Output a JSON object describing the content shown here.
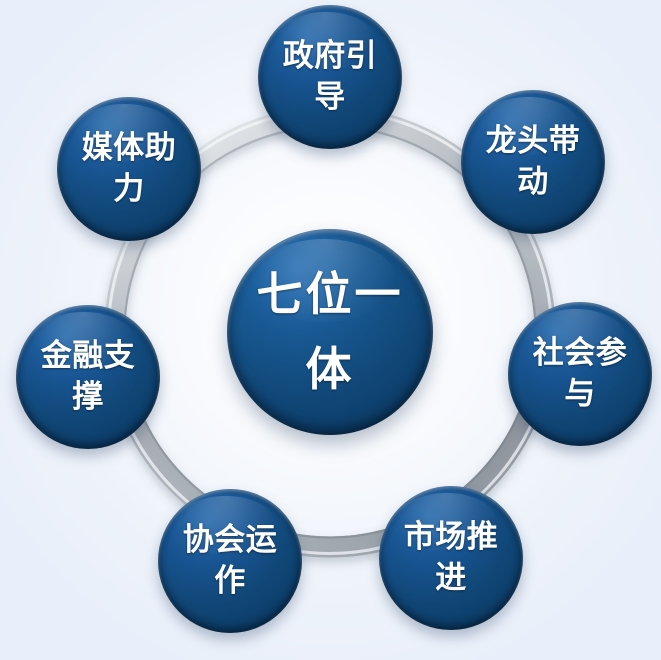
{
  "diagram": {
    "title": "七位一体",
    "type": "cycle-ring",
    "background_color": "#e8eefa",
    "node_color": "#16528e",
    "ring_color": "#9aa2ab",
    "label_color": "#ffffff",
    "hub": {
      "label": "七位一体",
      "line1": "七位",
      "line2": "一体"
    },
    "nodes": [
      {
        "id": "government-guidance",
        "label": "政府引导",
        "position": "top"
      },
      {
        "id": "leader-driving",
        "label": "龙头带动",
        "position": "top-right"
      },
      {
        "id": "social-participation",
        "label": "社会参与",
        "position": "right"
      },
      {
        "id": "market-promotion",
        "label": "市场推进",
        "position": "bottom-right"
      },
      {
        "id": "association-operation",
        "label": "协会运作",
        "position": "bottom-left"
      },
      {
        "id": "financial-support",
        "label": "金融支撑",
        "position": "left"
      },
      {
        "id": "media-assistance",
        "label": "媒体助力",
        "position": "top-left"
      }
    ]
  }
}
